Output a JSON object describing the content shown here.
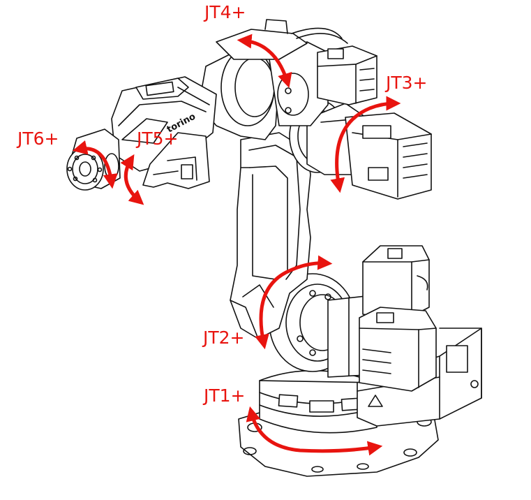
{
  "joints": [
    {
      "id": "jt1",
      "label": "JT1+"
    },
    {
      "id": "jt2",
      "label": "JT2+"
    },
    {
      "id": "jt3",
      "label": "JT3+"
    },
    {
      "id": "jt4",
      "label": "JT4+"
    },
    {
      "id": "jt5",
      "label": "JT5+"
    },
    {
      "id": "jt6",
      "label": "JT6+"
    }
  ],
  "brand_text": "torino",
  "colors": {
    "arrow": "#e8140f",
    "label": "#e8140f",
    "line": "#111111"
  }
}
